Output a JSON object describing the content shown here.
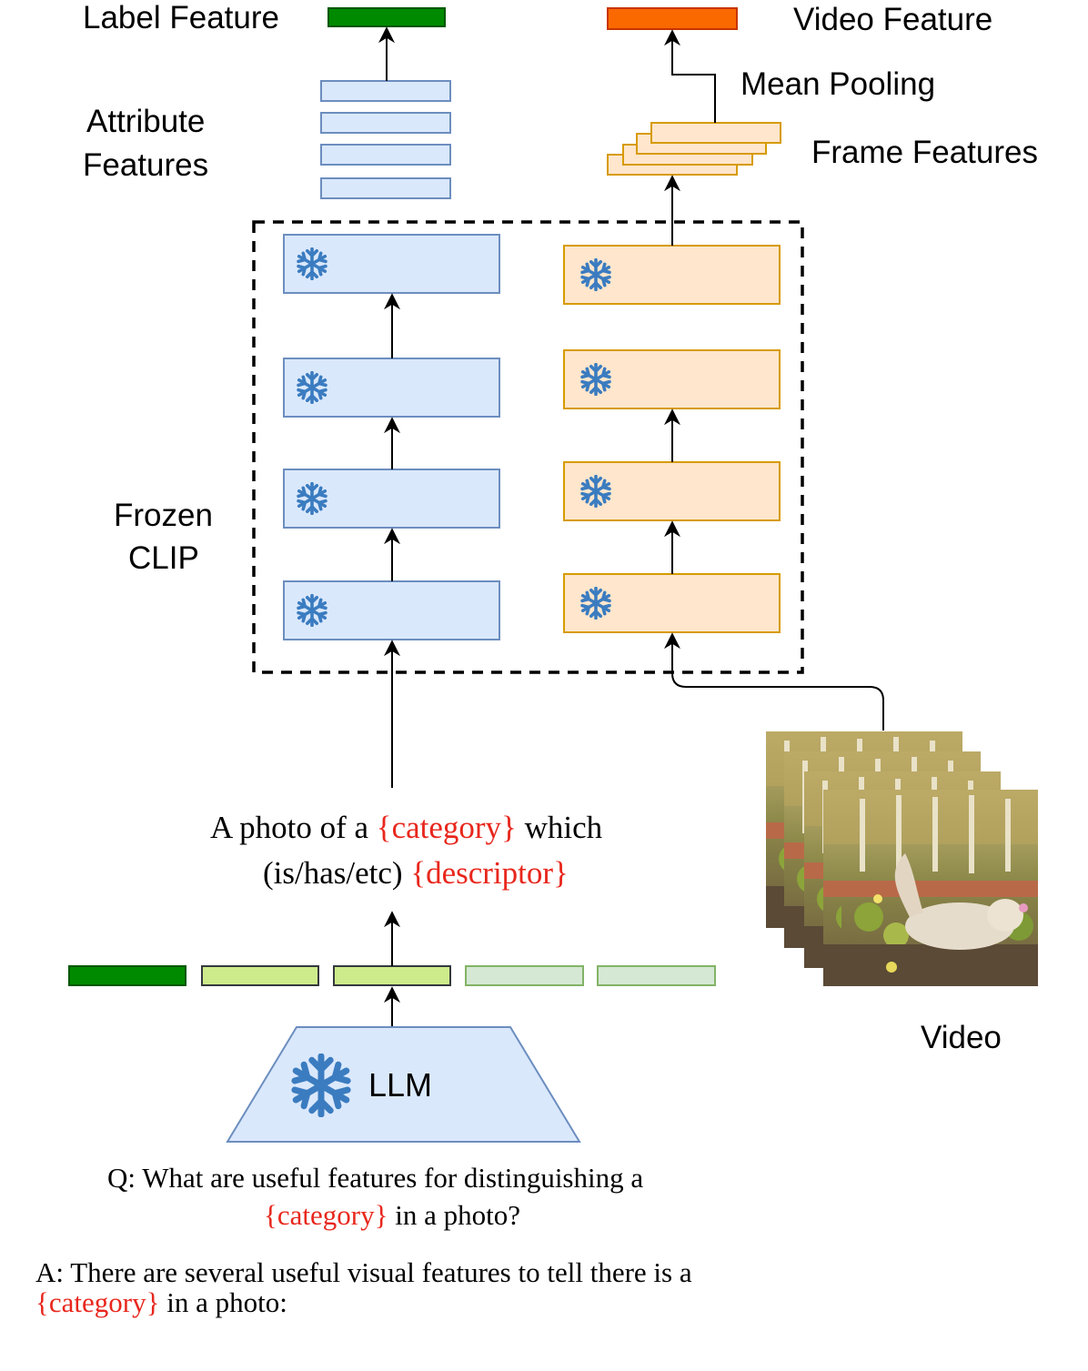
{
  "labels": {
    "label_feature": "Label Feature",
    "video_feature": "Video Feature",
    "mean_pooling": "Mean Pooling",
    "attribute_features_line1": "Attribute",
    "attribute_features_line2": "Features",
    "frame_features": "Frame Features",
    "frozen_clip_line1": "Frozen",
    "clip_line2": "CLIP",
    "video": "Video",
    "llm": "LLM"
  },
  "prompt": {
    "line1_pre": "A photo of a ",
    "line1_var": "{category}",
    "line1_post": " which",
    "line2_pre": "(is/has/etc) ",
    "line2_var": "{descriptor}"
  },
  "question": {
    "line1": "Q: What are useful features for distinguishing a",
    "line2_var": "{category}",
    "line2_post": " in a photo?"
  },
  "answer": {
    "line1": "A: There are several useful visual features to tell there is a",
    "line2_var": "{category}",
    "line2_post": " in a photo:"
  },
  "icons": {
    "frozen": "snowflake-icon"
  },
  "colors": {
    "text_encoder_fill": "#dae8fc",
    "text_encoder_stroke": "#6c8ebf",
    "image_encoder_fill": "#ffe6cc",
    "image_encoder_stroke": "#d79b00",
    "label_feature": "#008a00",
    "video_feature": "#fa6800",
    "token_selected": "#cdeb8b",
    "token_faded": "#d5e8d4",
    "template_variable": "#e8271d",
    "snowflake": "#3b7cc0"
  }
}
